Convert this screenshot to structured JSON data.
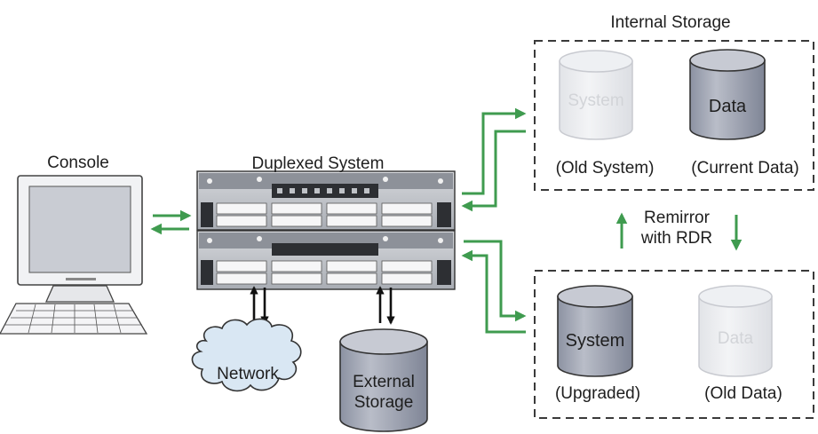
{
  "console": {
    "label": "Console"
  },
  "duplexed_system": {
    "label": "Duplexed System"
  },
  "network": {
    "label": "Network"
  },
  "external_storage": {
    "label_line1": "External",
    "label_line2": "Storage"
  },
  "internal_storage": {
    "title": "Internal Storage",
    "system_label": "System",
    "data_label": "Data",
    "caption_old_system": "(Old System)",
    "caption_current_data": "(Current Data)"
  },
  "remirror": {
    "line1": "Remirror",
    "line2": "with RDR"
  },
  "upgraded_storage": {
    "system_label": "System",
    "data_label": "Data",
    "caption_upgraded": "(Upgraded)",
    "caption_old_data": "(Old Data)"
  },
  "colors": {
    "arrow_green": "#3f9b4f",
    "cylinder_dark": "#a3a8b6",
    "cylinder_faded": "#ebecef"
  }
}
